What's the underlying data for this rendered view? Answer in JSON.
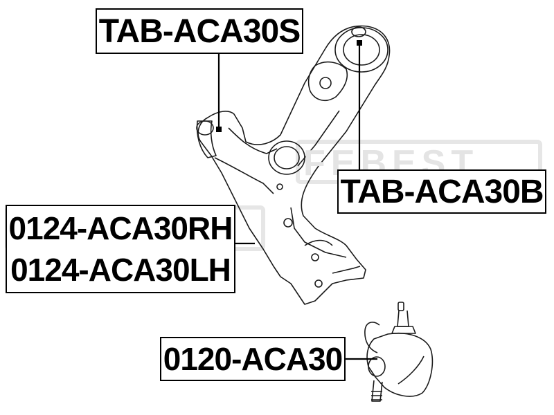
{
  "labels": {
    "upper_bushing": "TAB-ACA30S",
    "rear_bushing": "TAB-ACA30B",
    "arm_rh": "0124-ACA30RH",
    "arm_lh": "0124-ACA30LH",
    "ball_joint": "0120-ACA30"
  },
  "watermark": {
    "brand": "FEBEST"
  },
  "colors": {
    "ink": "#000000",
    "drawing": "#1a1a1a",
    "watermark": "#e4e4e4"
  }
}
